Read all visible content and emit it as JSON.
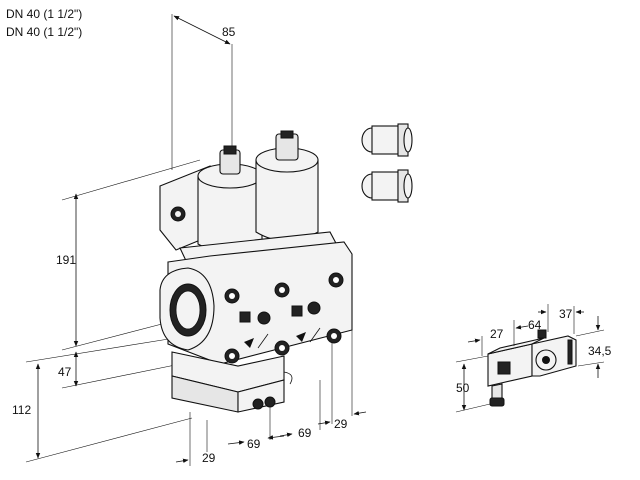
{
  "captions": [
    "DN 40 (1 1/2\")",
    "DN 40 (1 1/2\")"
  ],
  "dimensions": {
    "d85": "85",
    "d191": "191",
    "d47": "47",
    "d112": "112",
    "d29_bottom": "29",
    "d69_a": "69",
    "d69_b": "69",
    "d29_right": "29",
    "d27": "27",
    "d64": "64",
    "d37": "37",
    "d34_5": "34,5",
    "d50": "50"
  }
}
